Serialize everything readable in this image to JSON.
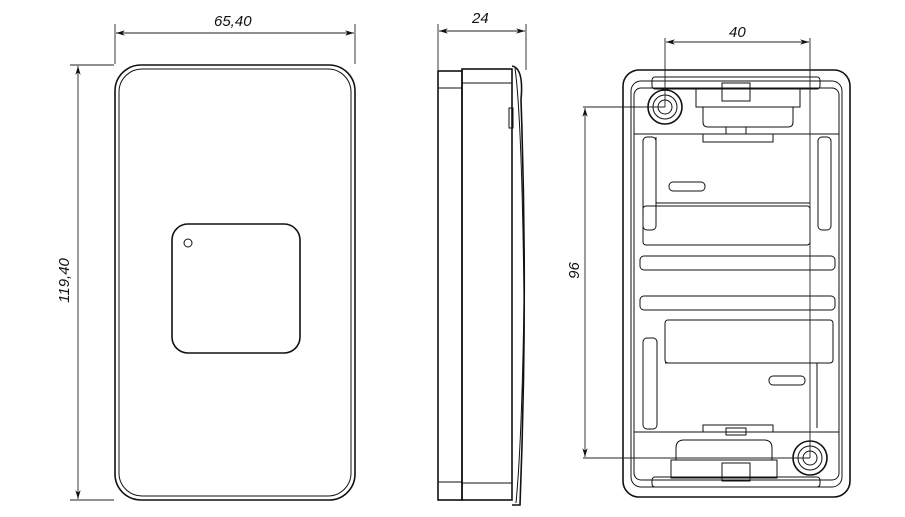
{
  "drawing": {
    "front_view": {
      "width_label": "65,40",
      "height_label": "119,40"
    },
    "side_view": {
      "depth_label": "24"
    },
    "back_view": {
      "hole_spacing_horizontal_label": "40",
      "hole_spacing_vertical_label": "96"
    }
  }
}
